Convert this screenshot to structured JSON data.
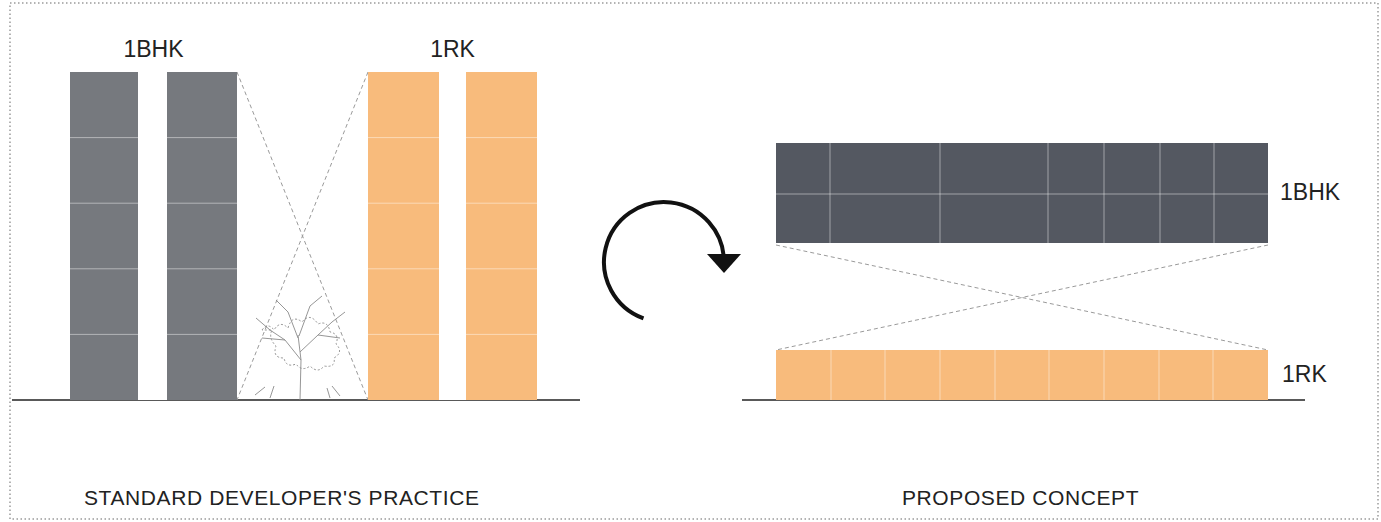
{
  "diagram": {
    "nodes": [
      {
        "text": [
          "1BHK"
        ]
      },
      {
        "text": [
          "1RK"
        ]
      },
      {
        "text": [
          "1BHK"
        ]
      },
      {
        "text": [
          "1RK"
        ]
      }
    ],
    "labels": [
      "STANDARD DEVELOPER'S PRACTICE",
      "PROPOSED CONCEPT"
    ]
  }
}
